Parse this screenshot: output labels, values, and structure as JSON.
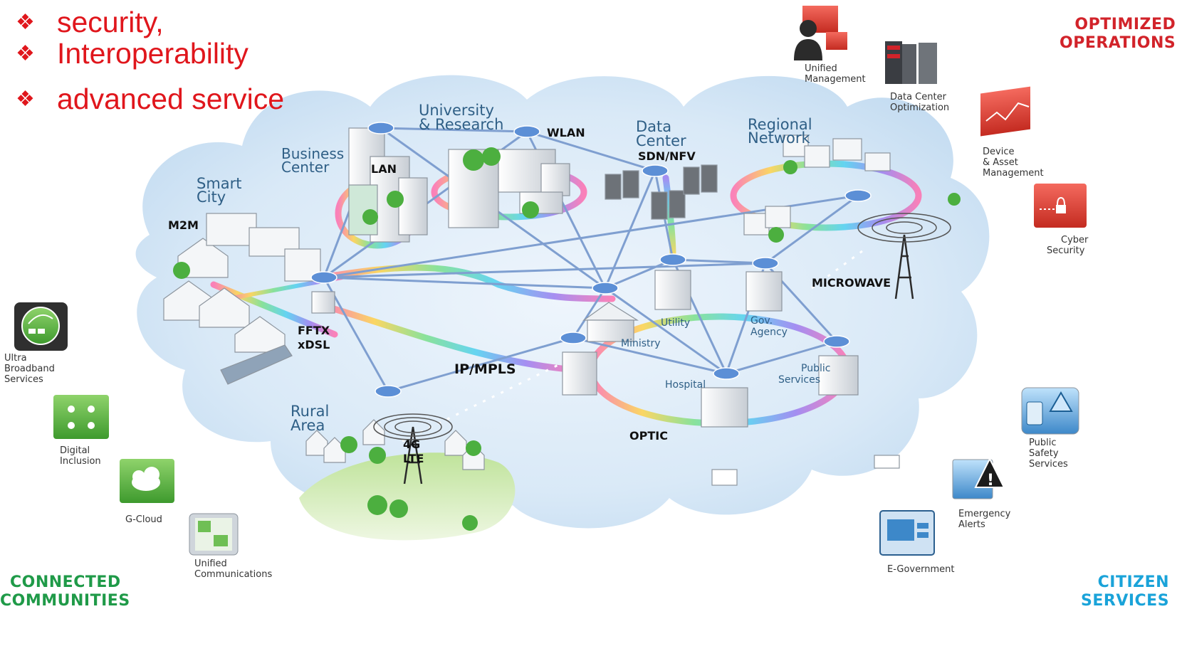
{
  "colors": {
    "bullet_red": "#e0161c",
    "title_red": "#d2232a",
    "title_green": "#1f9a48",
    "title_blue": "#1aa3d9",
    "network_link": "#7f9fd0",
    "node_blue": "#5c8fd6",
    "cloud": "#d7e8f6"
  },
  "bullets": {
    "glyph": "❖",
    "items": [
      "security,",
      "Interoperability",
      "advanced service"
    ]
  },
  "corners": {
    "top_right": [
      "OPTIMIZED",
      "OPERATIONS"
    ],
    "bottom_left": [
      "CONNECTED",
      "COMMUNITIES"
    ],
    "bottom_right": [
      "CITIZEN",
      "SERVICES"
    ]
  },
  "left_services": [
    {
      "icon": "broadband-icon",
      "label_lines": [
        "Ultra",
        "Broadband",
        "Services"
      ]
    },
    {
      "icon": "people-icon",
      "label_lines": [
        "Digital",
        "Inclusion"
      ]
    },
    {
      "icon": "cloud-icon",
      "label_lines": [
        "G-Cloud"
      ]
    },
    {
      "icon": "tablet-icon",
      "label_lines": [
        "Unified",
        "Communications"
      ]
    }
  ],
  "top_right_services": [
    {
      "icon": "person-monitor-icon",
      "label_lines": [
        "Unified",
        "Management"
      ]
    },
    {
      "icon": "server-rack-icon",
      "label_lines": [
        "Data Center",
        "Optimization"
      ]
    },
    {
      "icon": "asset-chart-icon",
      "label_lines": [
        "Device",
        "& Asset",
        "Management"
      ]
    },
    {
      "icon": "lock-network-icon",
      "label_lines": [
        "Cyber",
        "Security"
      ]
    }
  ],
  "bottom_right_services": [
    {
      "icon": "warning-phone-icon",
      "label_lines": [
        "Public",
        "Safety",
        "Services"
      ]
    },
    {
      "icon": "alert-tablet-icon",
      "label_lines": [
        "Emergency",
        "Alerts"
      ]
    },
    {
      "icon": "government-icon",
      "label_lines": [
        "E-Government"
      ]
    }
  ],
  "network": {
    "areas": {
      "university": [
        "University",
        "& Research"
      ],
      "business": [
        "Business",
        "Center"
      ],
      "smart_city": [
        "Smart",
        "City"
      ],
      "data_center": [
        "Data",
        "Center"
      ],
      "regional": [
        "Regional",
        "Network"
      ],
      "rural": [
        "Rural",
        "Area"
      ]
    },
    "tech": {
      "wlan": "WLAN",
      "lan": "LAN",
      "m2m": "M2M",
      "sdn": "SDN/NFV",
      "microwave": "MICROWAVE",
      "fttx": [
        "FFTX",
        "xDSL"
      ],
      "ipmpls": "IP/MPLS",
      "lte": [
        "4G",
        "LTE"
      ],
      "optic": "OPTIC"
    },
    "places": {
      "utility": "Utility",
      "gov": [
        "Gov.",
        "Agency"
      ],
      "ministry": "Ministry",
      "hospital": "Hospital",
      "public": [
        "Public",
        "Services"
      ]
    }
  }
}
